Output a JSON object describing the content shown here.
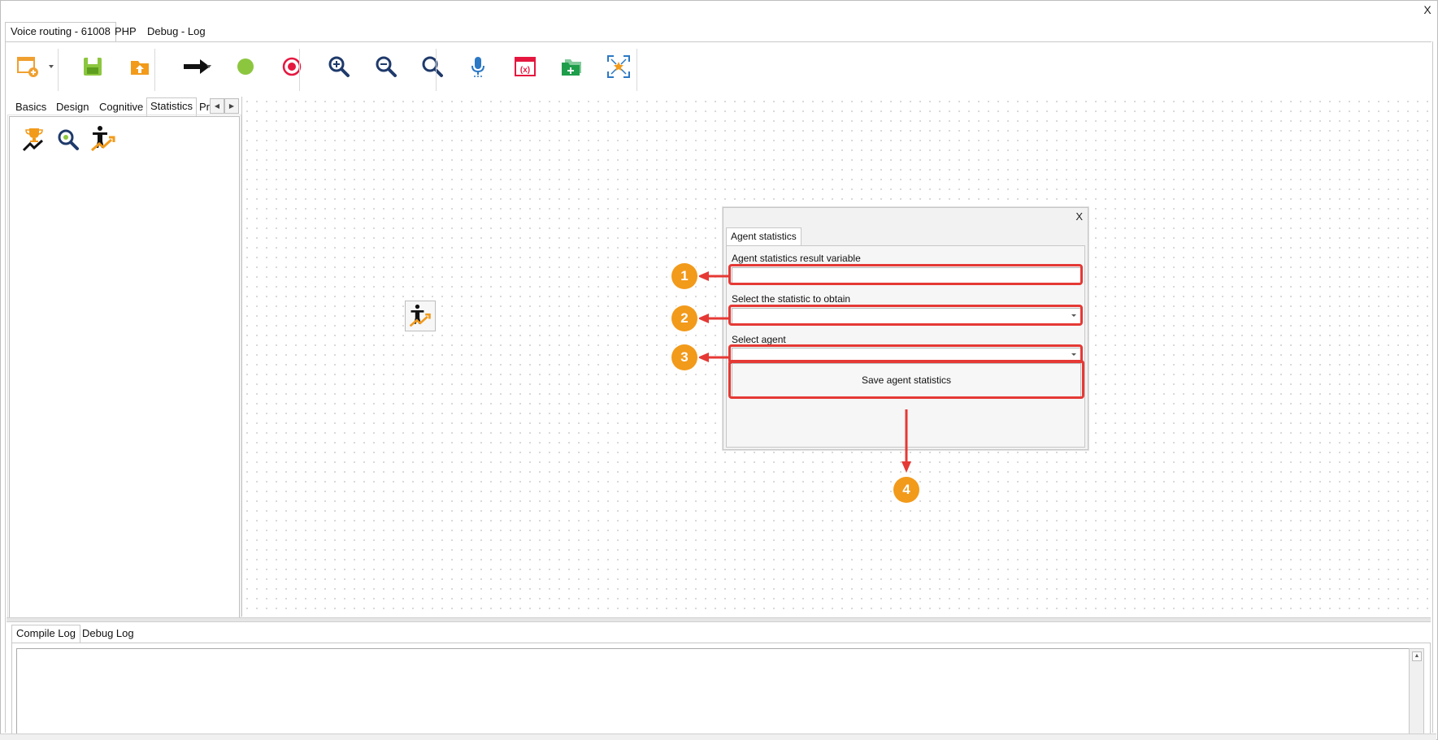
{
  "window": {
    "close_label": "X"
  },
  "top_tabs": [
    {
      "label": "Voice routing - 61008",
      "active": true
    },
    {
      "label": "PHP",
      "active": false
    },
    {
      "label": "Debug - Log",
      "active": false
    }
  ],
  "toolbar": {
    "buttons": [
      {
        "name": "new-flow",
        "icon": "new-window-icon"
      },
      {
        "name": "save",
        "icon": "save-icon"
      },
      {
        "name": "upload",
        "icon": "folder-upload-icon"
      },
      {
        "name": "connect",
        "icon": "arrow-right-icon"
      },
      {
        "name": "start",
        "icon": "green-circle-icon"
      },
      {
        "name": "stop",
        "icon": "record-stop-icon"
      },
      {
        "name": "zoom-in",
        "icon": "zoom-in-icon"
      },
      {
        "name": "zoom-out",
        "icon": "zoom-out-icon"
      },
      {
        "name": "zoom-reset",
        "icon": "search-icon"
      },
      {
        "name": "microphone",
        "icon": "microphone-icon"
      },
      {
        "name": "variables",
        "icon": "variables-window-icon"
      },
      {
        "name": "add-folder",
        "icon": "folder-add-icon"
      },
      {
        "name": "fit-view",
        "icon": "fit-view-icon"
      }
    ]
  },
  "left_tabs": [
    {
      "label": "Basics",
      "active": false
    },
    {
      "label": "Design",
      "active": false
    },
    {
      "label": "Cognitive",
      "active": false
    },
    {
      "label": "Statistics",
      "active": true
    },
    {
      "label": "Pr",
      "active": false
    }
  ],
  "palette": [
    {
      "name": "trophy-chart-icon"
    },
    {
      "name": "magnifier-icon"
    },
    {
      "name": "agent-stats-icon"
    }
  ],
  "canvas_node": {
    "icon": "agent-stats-icon"
  },
  "dialog": {
    "close_label": "X",
    "tab_label": "Agent statistics",
    "result_variable_label": "Agent statistics result variable",
    "result_variable_value": "",
    "statistic_label": "Select the statistic to obtain",
    "statistic_value": "",
    "agent_label": "Select agent",
    "agent_value": "",
    "save_label": "Save agent statistics"
  },
  "callouts": [
    "1",
    "2",
    "3",
    "4"
  ],
  "colors": {
    "accent": "#f29a1a",
    "highlight": "#e53935"
  },
  "bottom_tabs": [
    {
      "label": "Compile Log",
      "active": true
    },
    {
      "label": "Debug Log",
      "active": false
    }
  ],
  "compile_log": {
    "text": ""
  }
}
